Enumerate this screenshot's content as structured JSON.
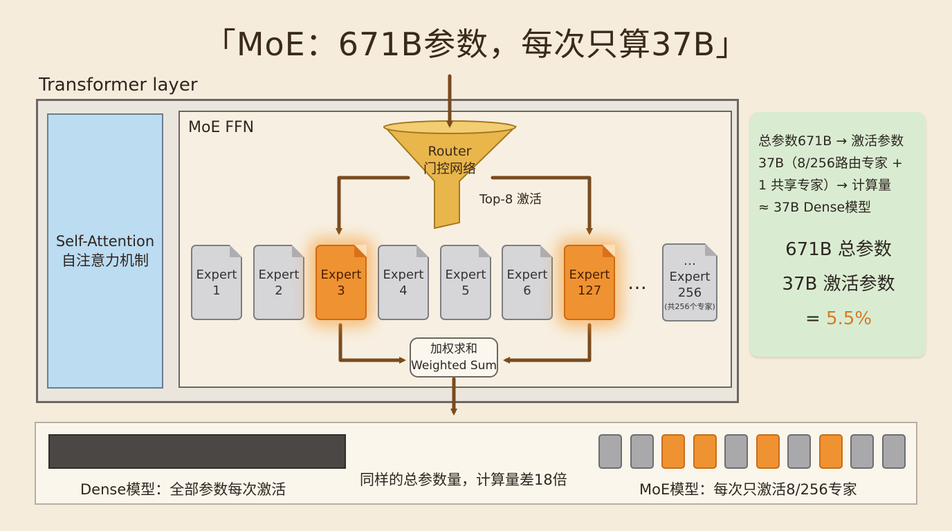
{
  "title": "「MoE：671B参数，每次只算37B」",
  "layer_label": "Transformer layer",
  "attention": {
    "line1": "Self-Attention",
    "line2": "自注意力机制"
  },
  "moe": {
    "label": "MoE FFN",
    "router": {
      "line1": "Router",
      "line2": "门控网络"
    },
    "topk_label": "Top-8 激活",
    "experts": [
      {
        "word": "Expert",
        "num": "1",
        "active": false
      },
      {
        "word": "Expert",
        "num": "2",
        "active": false
      },
      {
        "word": "Expert",
        "num": "3",
        "active": true
      },
      {
        "word": "Expert",
        "num": "4",
        "active": false
      },
      {
        "word": "Expert",
        "num": "5",
        "active": false
      },
      {
        "word": "Expert",
        "num": "6",
        "active": false
      },
      {
        "word": "Expert",
        "num": "127",
        "active": true
      }
    ],
    "ellipsis": "…",
    "last_expert": {
      "dots": "…",
      "word": "Expert",
      "num": "256",
      "note": "(共256个专家)"
    },
    "weighted_sum": {
      "line1": "加权求和",
      "line2": "Weighted Sum"
    }
  },
  "stats": {
    "desc_lines": [
      "总参数671B → 激活参数",
      "37B（8/256路由专家 +",
      "1 共享专家）→ 计算量",
      "≈ 37B Dense模型"
    ],
    "total": "671B 总参数",
    "active": "37B 激活参数",
    "eq": "= ",
    "pct": "5.5%",
    "pct_color": "#d67a22"
  },
  "comparison": {
    "dense_label": "Dense模型：全部参数每次激活",
    "middle_label": "同样的总参数量，计算量差18倍",
    "moe_label": "MoE模型：每次只激活8/256专家",
    "moe_cells_active": [
      false,
      false,
      true,
      true,
      false,
      true,
      false,
      true,
      false,
      false
    ]
  },
  "colors": {
    "arrow": "#7a4a1e",
    "active": "#ef9232",
    "inactive": "#a9a9ac",
    "router": "#e9b64c"
  }
}
